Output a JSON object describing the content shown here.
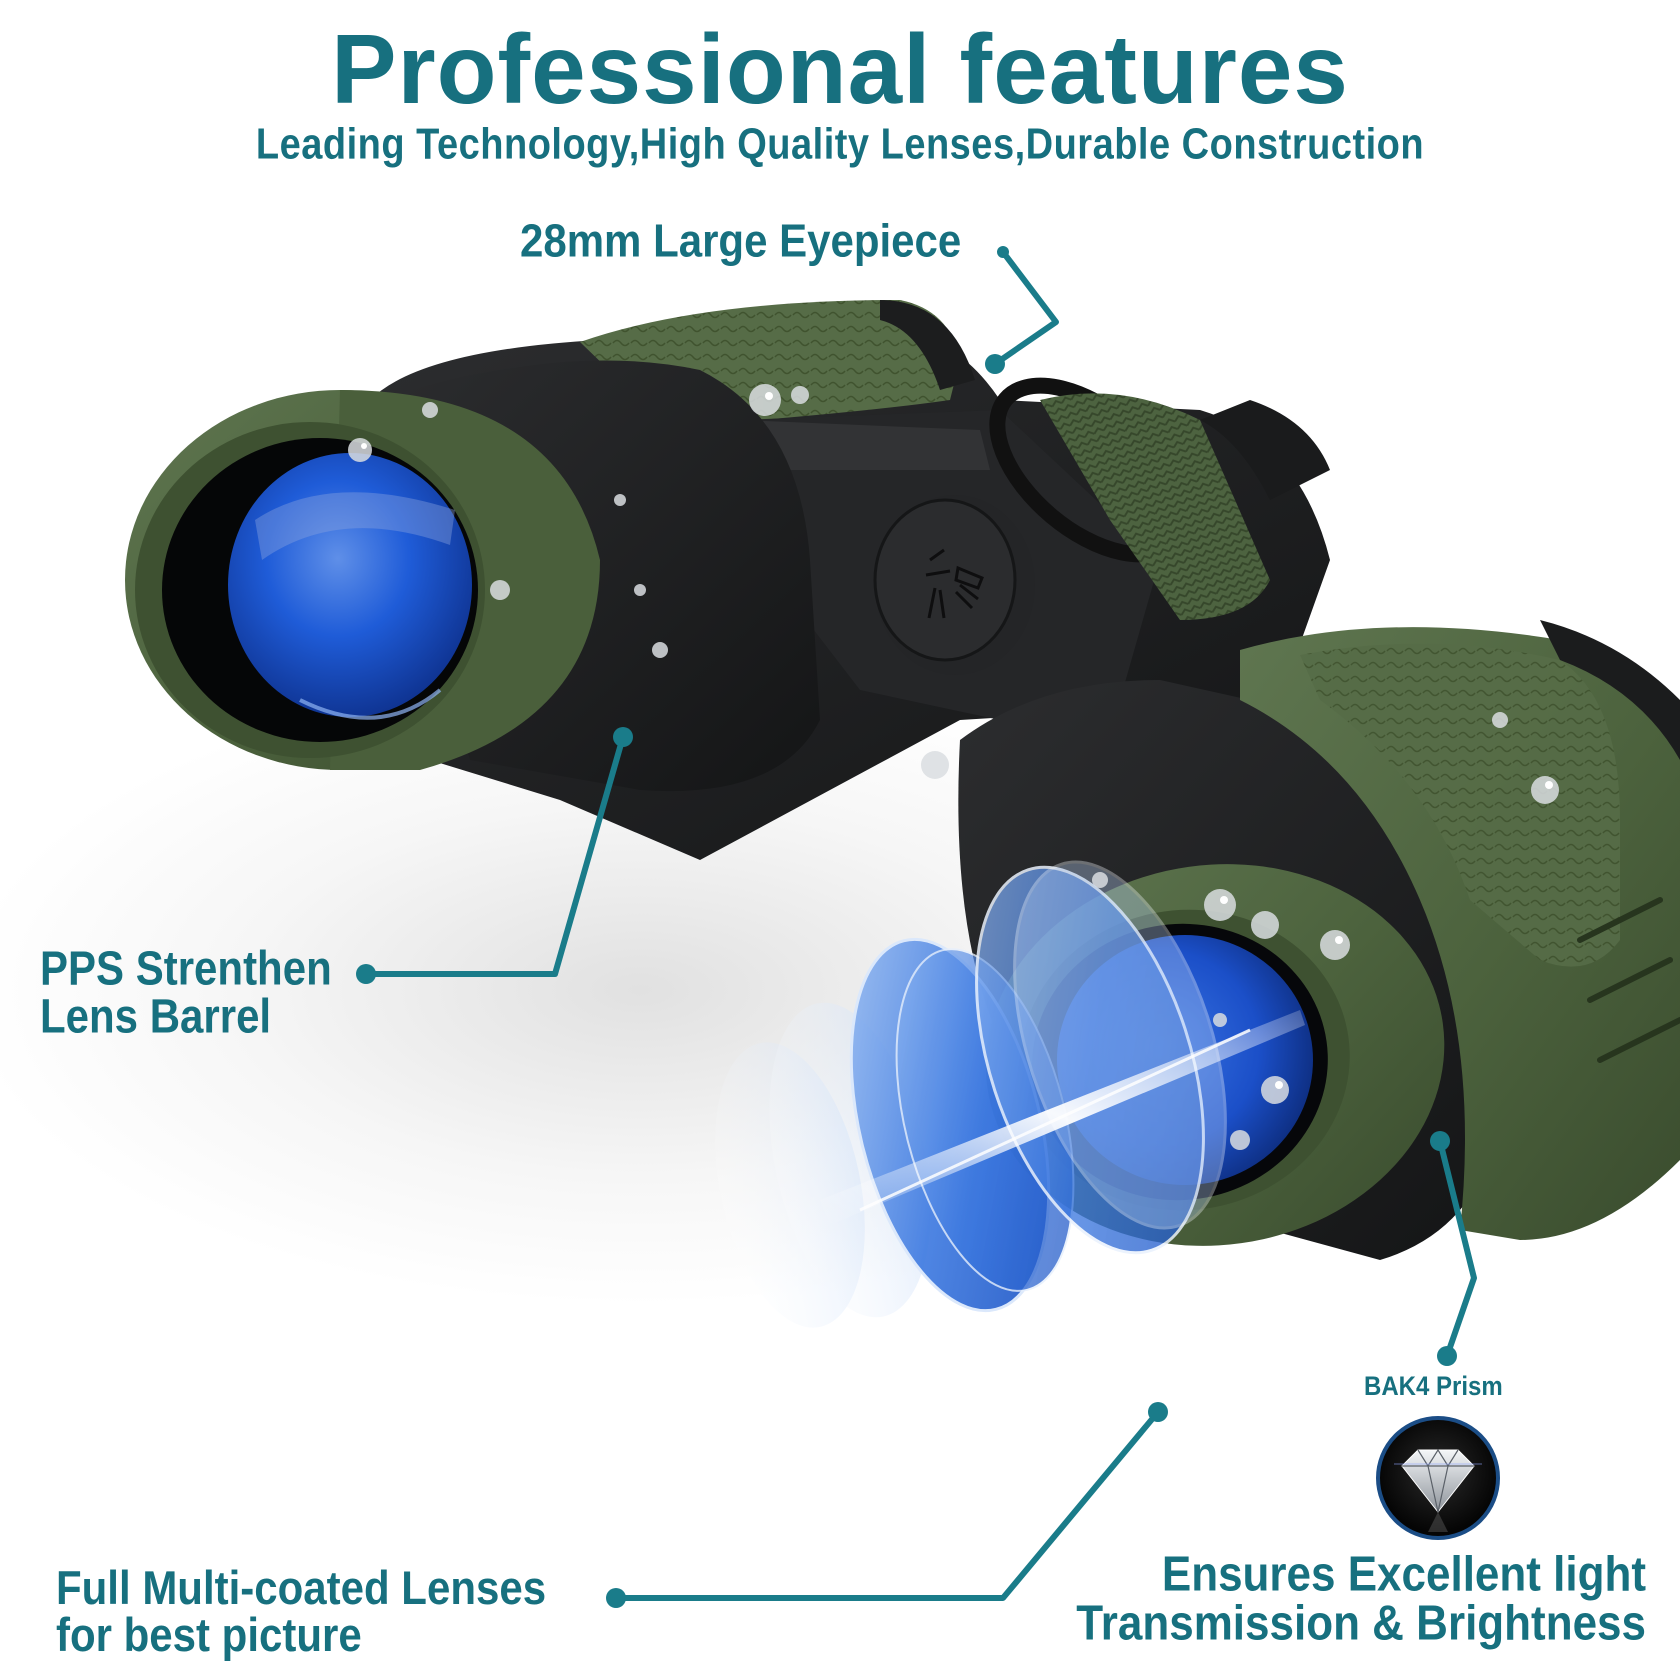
{
  "header": {
    "title": "Professional features",
    "subtitle": "Leading Technology,High Quality Lenses,Durable Construction"
  },
  "callouts": {
    "eyepiece": {
      "lines": [
        "28mm Large Eyepiece"
      ]
    },
    "barrel": {
      "lines": [
        "PPS Strenthen",
        "Lens Barrel"
      ]
    },
    "lenses": {
      "lines": [
        "Full Multi-coated Lenses",
        "for best picture"
      ]
    },
    "prism": {
      "badge_label": "BAK4 Prism",
      "badge_icon": "diamond-icon",
      "lines": [
        "Ensures Excellent light",
        "Transmission & Brightness"
      ]
    }
  },
  "colors": {
    "accent": "#17707f",
    "leader_line": "#1a7c8a",
    "body_green": "#4f6440",
    "body_black": "#1e1f20",
    "lens_blue": "#1e5fd6",
    "badge_border": "#1b4d86"
  }
}
